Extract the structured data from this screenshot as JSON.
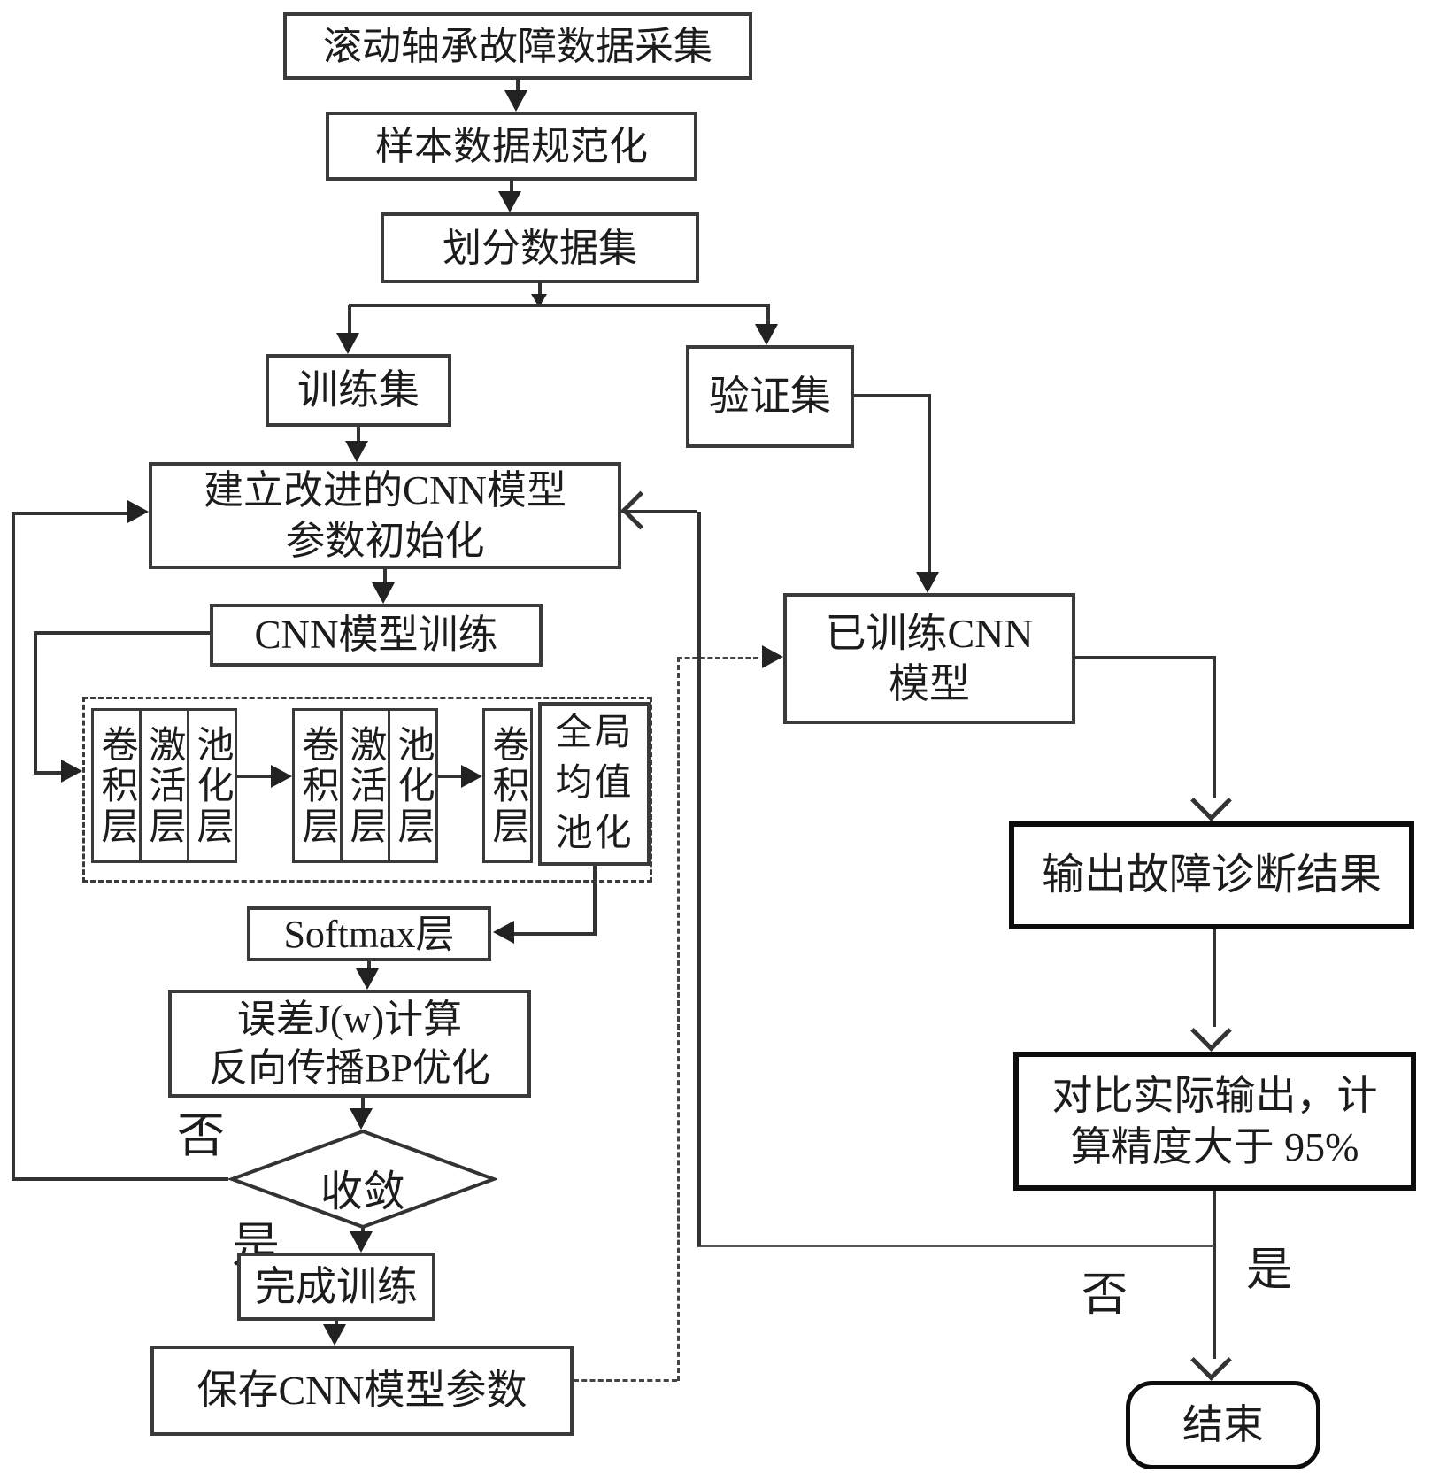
{
  "diagram": {
    "nodes": {
      "collect": "滚动轴承故障数据采集",
      "normalize": "样本数据规范化",
      "split": "划分数据集",
      "train_set": "训练集",
      "valid_set": "验证集",
      "build1": "建立改进的CNN模型",
      "build2": "参数初始化",
      "cnn_train": "CNN模型训练",
      "softmax": "Softmax层",
      "error1": "误差J(w)计算",
      "error2": "反向传播BP优化",
      "converge": "收敛",
      "finish": "完成训练",
      "save": "保存CNN模型参数",
      "trained1": "已训练CNN",
      "trained2": "模型",
      "output": "输出故障诊断结果",
      "compare1": "对比实际输出，计",
      "compare2": "算精度大于 95%",
      "end": "结束"
    },
    "layers": {
      "conv": "卷积层",
      "act": "激活层",
      "pool": "池化层",
      "gap": "全局均值池化"
    },
    "edge_labels": {
      "converge_no": "否",
      "converge_yes": "是",
      "accuracy_yes": "是",
      "accuracy_no": "否"
    },
    "colors": {
      "line": "#333333",
      "border": "#3a3a3a",
      "thick_border": "#0d0d0d",
      "text": "#1c1c1c",
      "background": "#ffffff"
    }
  }
}
